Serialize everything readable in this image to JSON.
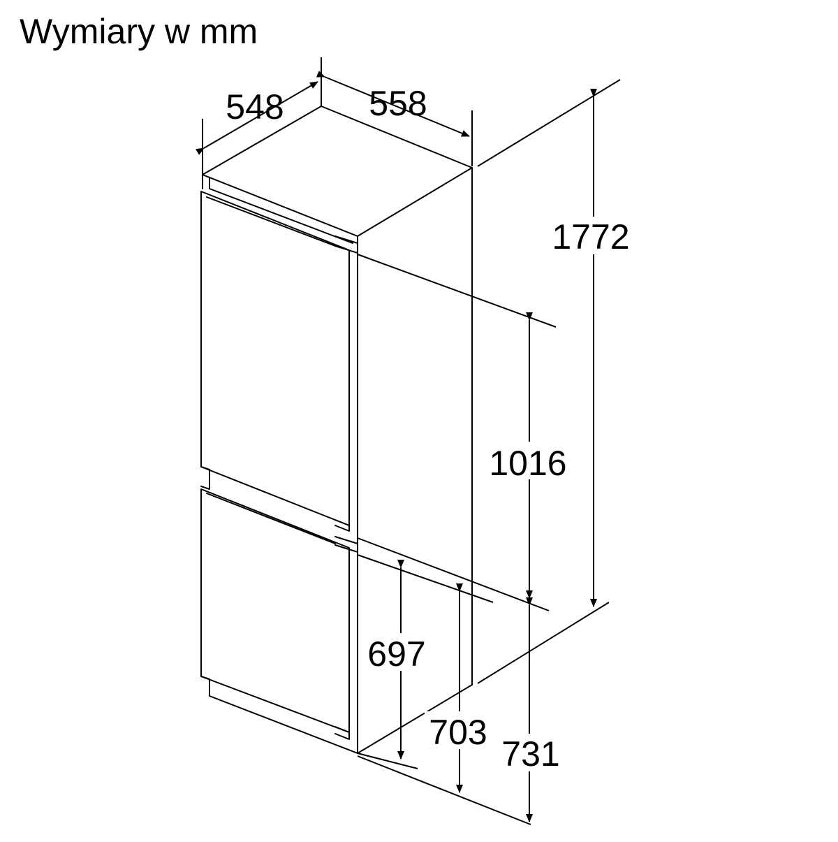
{
  "diagram": {
    "title": "Wymiary w mm",
    "dimensions": {
      "depth": "548",
      "width": "558",
      "total_height": "1772",
      "upper_door_height": "1016",
      "lower_door_height": "697",
      "lower_niche_height_a": "703",
      "lower_niche_height_b": "731"
    },
    "colors": {
      "line": "#000000",
      "background": "#ffffff"
    }
  }
}
